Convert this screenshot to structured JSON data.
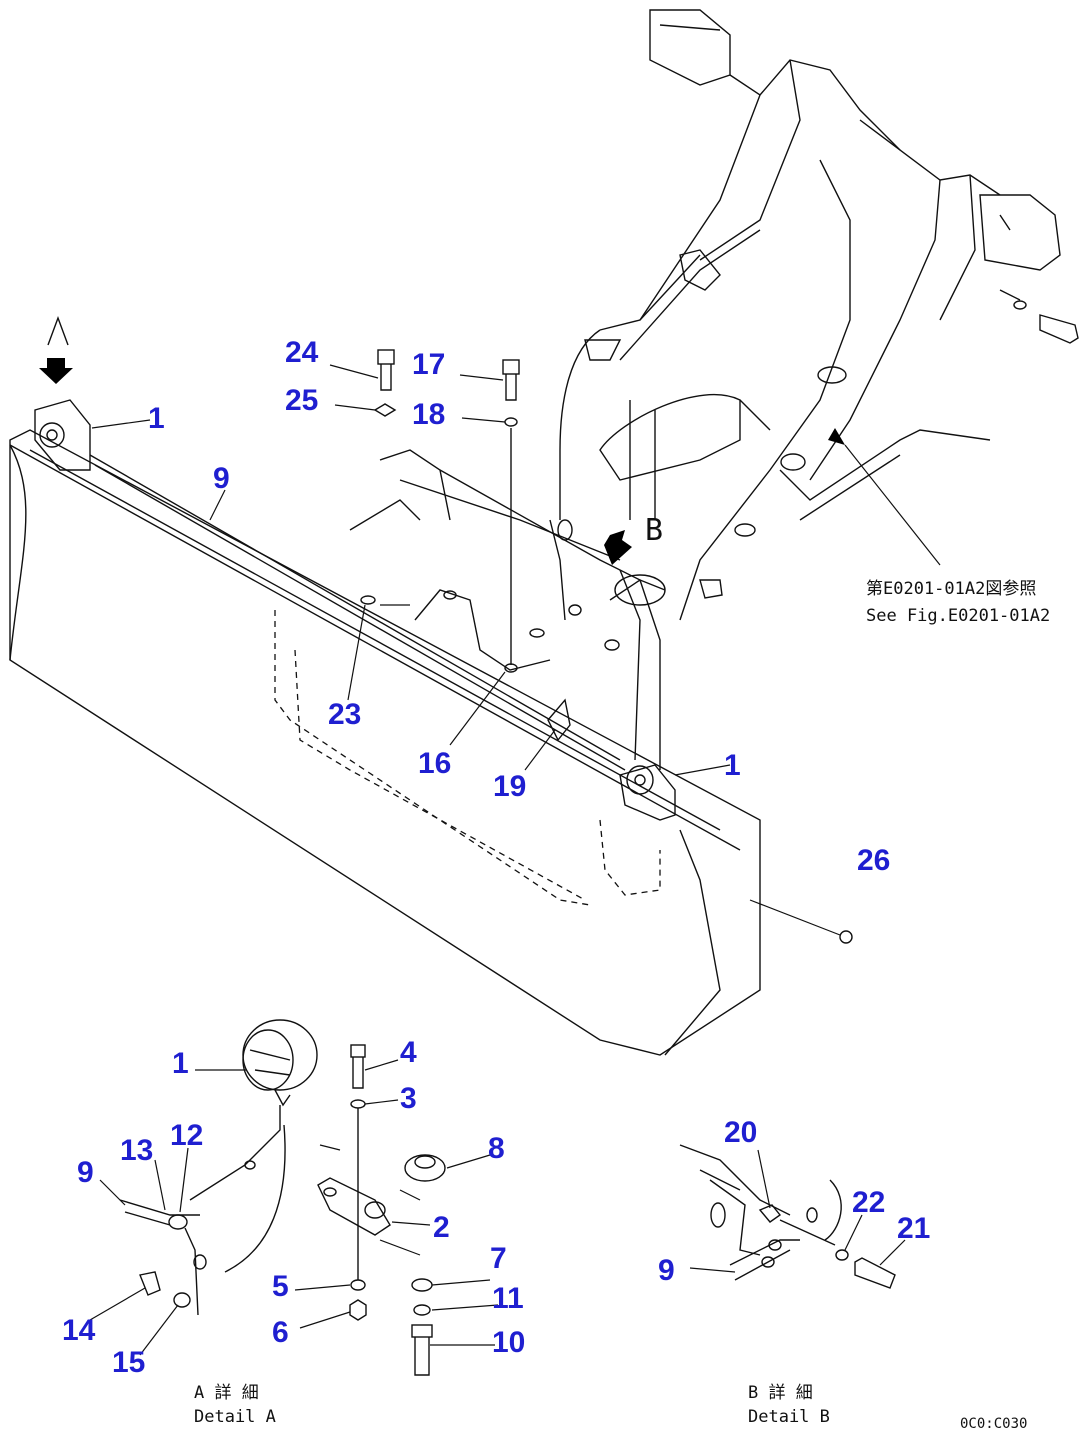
{
  "callouts": {
    "c1a": "1",
    "c9a": "9",
    "c24": "24",
    "c25": "25",
    "c17": "17",
    "c18": "18",
    "c23": "23",
    "c16": "16",
    "c19": "19",
    "c1b": "1",
    "c26": "26",
    "c1c": "1",
    "c4": "4",
    "c3": "3",
    "c8": "8",
    "c2": "2",
    "c13": "13",
    "c12": "12",
    "c9b": "9",
    "c5": "5",
    "c7": "7",
    "c11": "11",
    "c6": "6",
    "c10": "10",
    "c14": "14",
    "c15": "15",
    "c20": "20",
    "c22": "22",
    "c21": "21",
    "c9c": "9"
  },
  "view_markers": {
    "arrow_a": "A",
    "arrow_b": "B"
  },
  "references": {
    "fig_ref_jp": "第E0201-01A2図参照",
    "fig_ref_en": "See Fig.E0201-01A2"
  },
  "details": {
    "detail_a_jp": "A 詳 細",
    "detail_a_en": "Detail A",
    "detail_b_jp": "B 詳 細",
    "detail_b_en": "Detail B"
  },
  "drawing_code": "0C0:C030"
}
